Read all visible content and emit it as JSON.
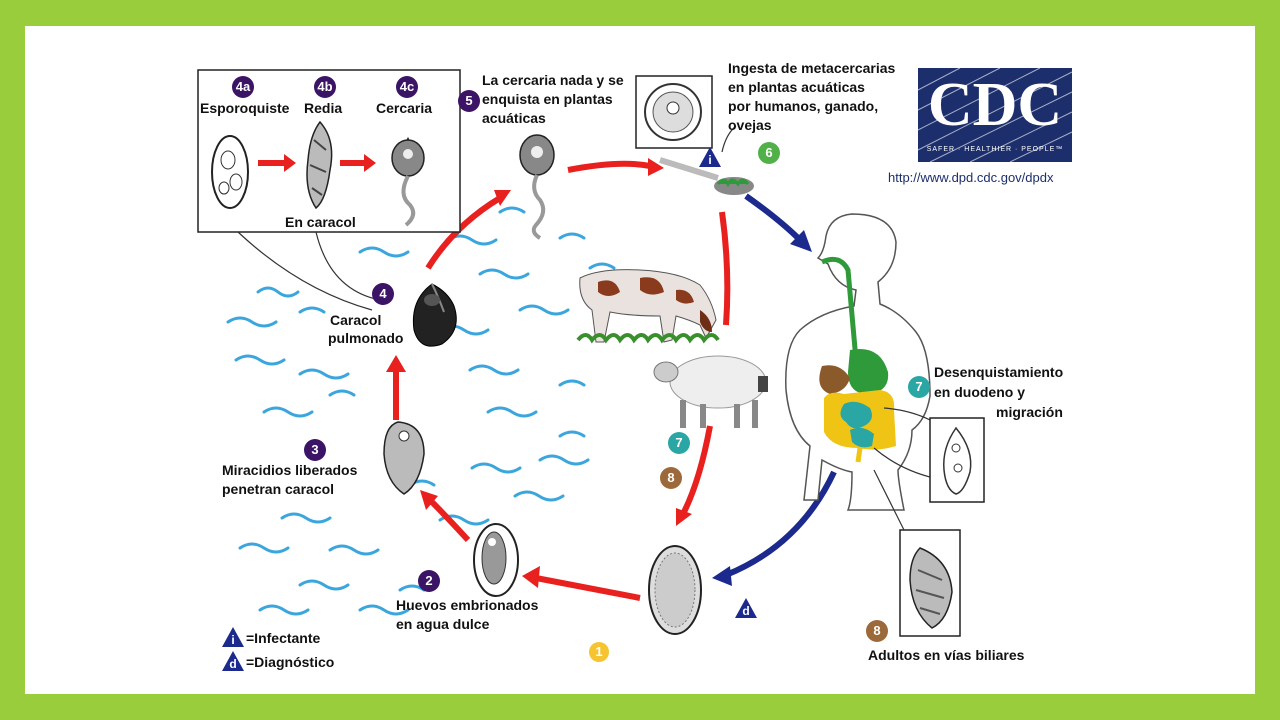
{
  "frame": {
    "border_color": "#9acd3b",
    "background": "#ffffff"
  },
  "logo": {
    "text": "CDC",
    "tagline": "SAFER · HEALTHIER · PEOPLE™",
    "url": "http://www.dpd.cdc.gov/dpdx",
    "color": "#1c2f6c"
  },
  "legend": {
    "infective": {
      "symbol": "i",
      "label": "=Infectante"
    },
    "diagnostic": {
      "symbol": "d",
      "label": "=Diagnóstico"
    }
  },
  "stages": {
    "s1": {
      "badge": "1"
    },
    "s2": {
      "badge": "2",
      "label_line1": "Huevos embrionados",
      "label_line2": "en agua dulce"
    },
    "s3": {
      "badge": "3",
      "label_line1": "Miracidios liberados",
      "label_line2": "penetran caracol"
    },
    "s4": {
      "badge": "4",
      "label_line1": "Caracol",
      "label_line2": "pulmonado"
    },
    "s4a": {
      "badge": "4a",
      "label": "Esporoquiste"
    },
    "s4b": {
      "badge": "4b",
      "label": "Redia"
    },
    "s4c": {
      "badge": "4c",
      "label": "Cercaria"
    },
    "snail_box_caption": "En caracol",
    "s5": {
      "badge": "5",
      "label_line1": "La cercaria nada y se",
      "label_line2": "enquista en plantas",
      "label_line3": "acuáticas"
    },
    "s6": {
      "badge": "6",
      "label_line1": "Ingesta de metacercarias",
      "label_line2": "en plantas acuáticas",
      "label_line3": "por humanos, ganado,",
      "label_line4": "ovejas"
    },
    "s7_human": {
      "badge": "7",
      "label_line1": "Desenquistamiento",
      "label_line2": "en duodeno y",
      "label_line3": "migración"
    },
    "s7_animal": {
      "badge": "7"
    },
    "s8_animal": {
      "badge": "8"
    },
    "s8_human": {
      "badge": "8",
      "label": "Adultos en vías biliares"
    }
  },
  "colors": {
    "red_arrow": "#e8211f",
    "blue_arrow": "#1b2a8c",
    "water": "#3aa6dd",
    "gut_green": "#2f9a3a",
    "gut_yellow": "#f0c414",
    "gut_teal": "#2aa7a5",
    "liver": "#8b5a2b"
  }
}
